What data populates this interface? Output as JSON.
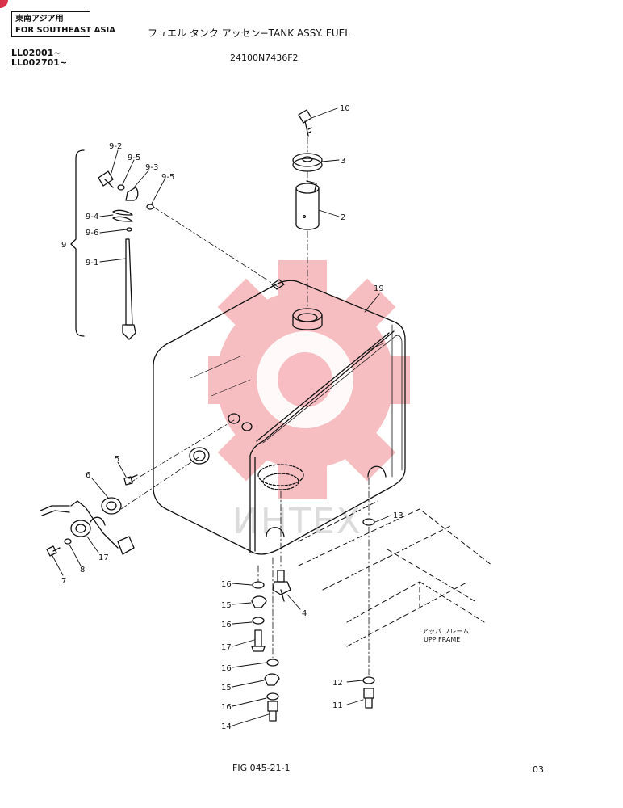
{
  "header": {
    "region_line1": "東南アジア用",
    "region_line2": "FOR SOUTHEAST ASIA",
    "title": "フュエル タンク アッセン−TANK ASSY. FUEL",
    "serial_1": "LL02001∼",
    "serial_2": "LL002701∼",
    "part_number": "24100N7436F2"
  },
  "footer": {
    "figure": "FIG 045-21-1",
    "page_code": "03"
  },
  "watermark": {
    "text": "ИНТЕХ",
    "color": "#f4a0a6"
  },
  "callouts": {
    "c10": "10",
    "c3": "3",
    "c2": "2",
    "c19": "19",
    "c9_2": "9-2",
    "c9_5a": "9-5",
    "c9_3": "9-3",
    "c9_5b": "9-5",
    "c9_4": "9-4",
    "c9_6": "9-6",
    "c9": "9",
    "c9_1": "9-1",
    "c5": "5",
    "c6": "6",
    "c17": "17",
    "c7": "7",
    "c8": "8",
    "c13": "13",
    "c16a": "16",
    "c15a": "15",
    "c16b": "16",
    "c17b": "17",
    "c16c": "16",
    "c15b": "15",
    "c16d": "16",
    "c14": "14",
    "c4": "4",
    "c12": "12",
    "c11": "11"
  },
  "frame_label": {
    "jp": "アッパ フレーム",
    "en": "UPP FRAME"
  }
}
